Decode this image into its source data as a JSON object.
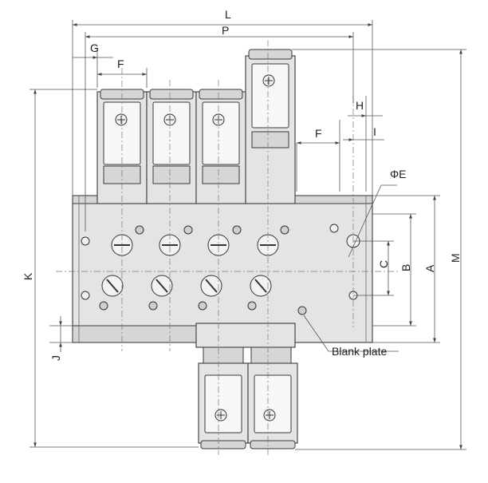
{
  "labels": {
    "L": "L",
    "P": "P",
    "G": "G",
    "F_top": "F",
    "F_right": "F",
    "H": "H",
    "I": "I",
    "E": "ΦE",
    "K": "K",
    "M": "M",
    "A": "A",
    "B": "B",
    "C": "C",
    "J": "J",
    "blank_plate": "Blank plate"
  }
}
